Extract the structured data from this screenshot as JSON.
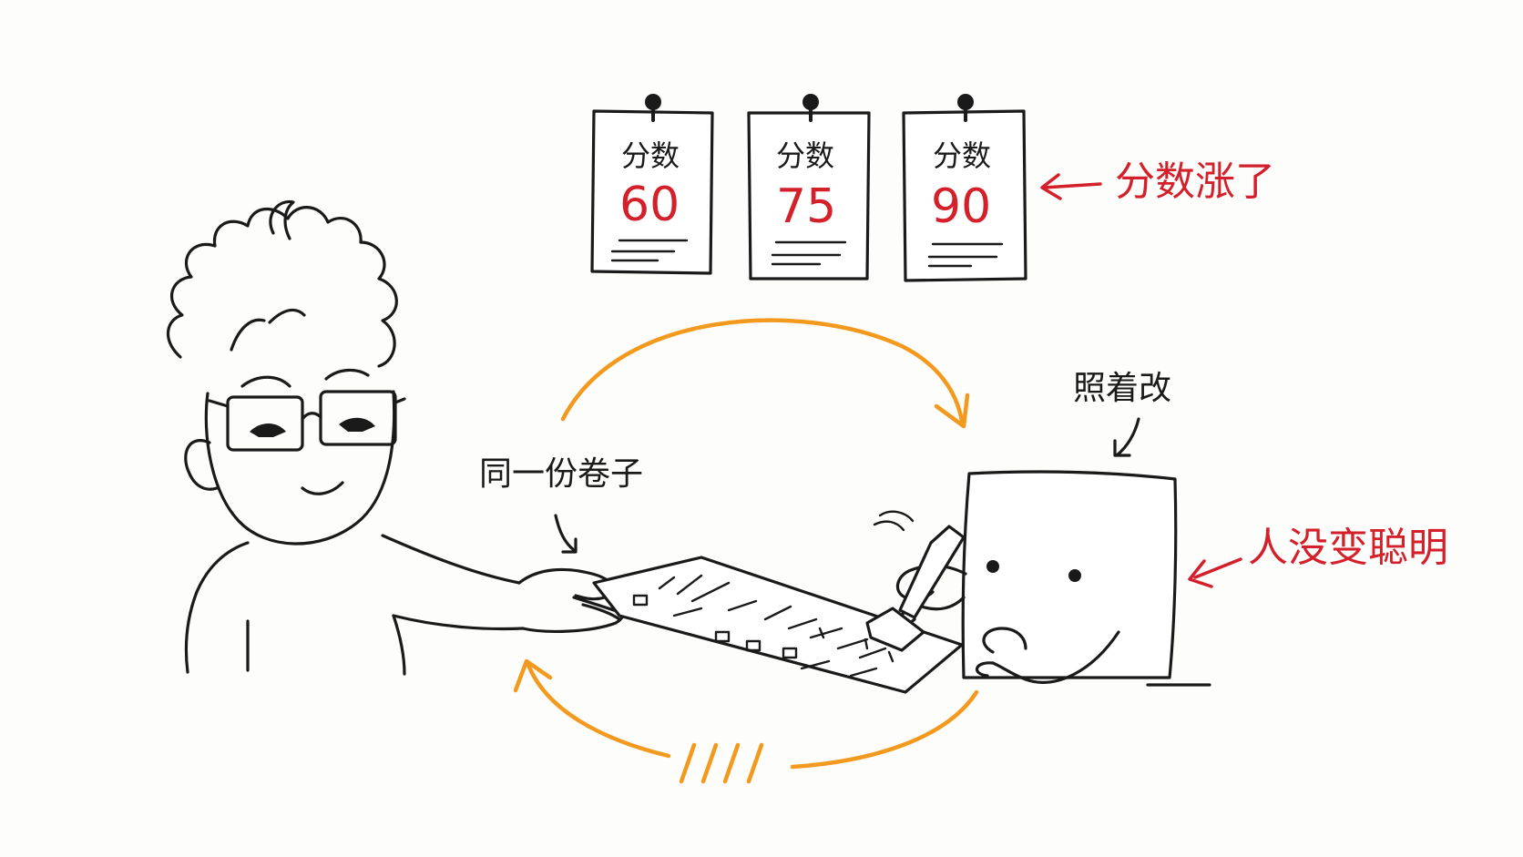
{
  "score_cards": [
    {
      "title": "分数",
      "score": "60"
    },
    {
      "title": "分数",
      "score": "75"
    },
    {
      "title": "分数",
      "score": "90"
    }
  ],
  "labels": {
    "same_paper": "同一份卷子",
    "copy_edit": "照着改",
    "scores_up": "分数涨了",
    "not_smarter": "人没变聪明"
  },
  "colors": {
    "ink": "#1a1a1a",
    "accent_red": "#d4202a",
    "loop_orange": "#f39a1e",
    "background": "#fdfdfc"
  },
  "icons": [
    "push-pin-icon",
    "loop-arrow-icon",
    "pointer-arrow-icon"
  ]
}
